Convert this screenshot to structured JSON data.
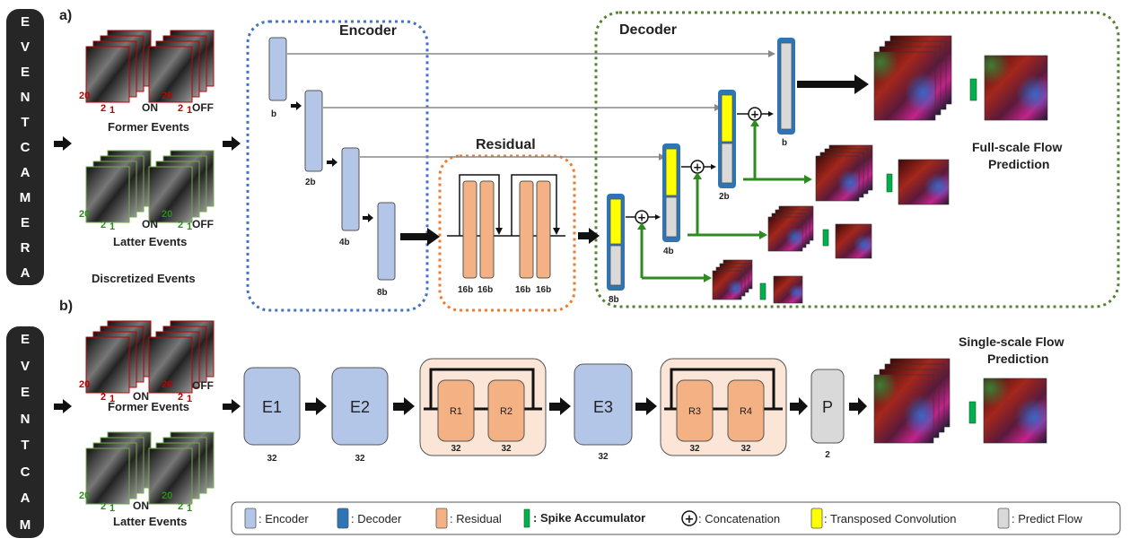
{
  "panel_a": {
    "panel_label": "a)",
    "camera_letters": [
      "E",
      "V",
      "E",
      "N",
      "T",
      "C",
      "A",
      "M",
      "E",
      "R",
      "A"
    ],
    "former_events": "Former Events",
    "latter_events": "Latter Events",
    "discretized_events": "Discretized Events",
    "stack_label_20": "20",
    "stack_label_2": "2",
    "stack_label_1": "1",
    "on": "ON",
    "off": "OFF",
    "encoder_title": "Encoder",
    "decoder_title": "Decoder",
    "residual_title": "Residual",
    "enc_b": "b",
    "enc_2b": "2b",
    "enc_4b": "4b",
    "enc_8b": "8b",
    "res_16b": "16b",
    "dec_8b": "8b",
    "dec_4b": "4b",
    "dec_2b": "2b",
    "dec_b": "b",
    "full_scale_line1": "Full-scale Flow",
    "full_scale_line2": "Prediction"
  },
  "panel_b": {
    "panel_label": "b)",
    "camera_letters": [
      "E",
      "V",
      "E",
      "N",
      "T",
      "C",
      "A",
      "M"
    ],
    "former_events": "Former Events",
    "latter_events": "Latter Events",
    "stack_label_20": "20",
    "stack_label_2": "2",
    "stack_label_1": "1",
    "on": "ON",
    "off": "OFF",
    "e1": "E1",
    "e2": "E2",
    "e3": "E3",
    "r1": "R1",
    "r2": "R2",
    "r3": "R3",
    "r4": "R4",
    "p": "P",
    "ch_32": "32",
    "ch_2": "2",
    "single_scale_line1": "Single-scale Flow",
    "single_scale_line2": "Prediction"
  },
  "legend": {
    "encoder": ": Encoder",
    "decoder": ": Decoder",
    "residual": ": Residual",
    "spike_accumulator": ": Spike Accumulator",
    "concatenation": ": Concatenation",
    "transposed_convolution": ": Transposed Convolution",
    "predict_flow": ": Predict Flow"
  },
  "colors": {
    "encoder": "#b4c6e7",
    "decoder": "#2e75b6",
    "residual": "#f4b183",
    "spike_accumulator": "#00b050",
    "transposed_convolution": "#ffff00",
    "predict_flow": "#d9d9d9",
    "encoder_frame": "#4472c4",
    "residual_frame": "#ed7d31",
    "decoder_frame": "#548235",
    "green_arrow": "#2e8b1f",
    "former_edge": "#c00000",
    "latter_edge": "#70ad47",
    "camera_bg": "#262626"
  }
}
